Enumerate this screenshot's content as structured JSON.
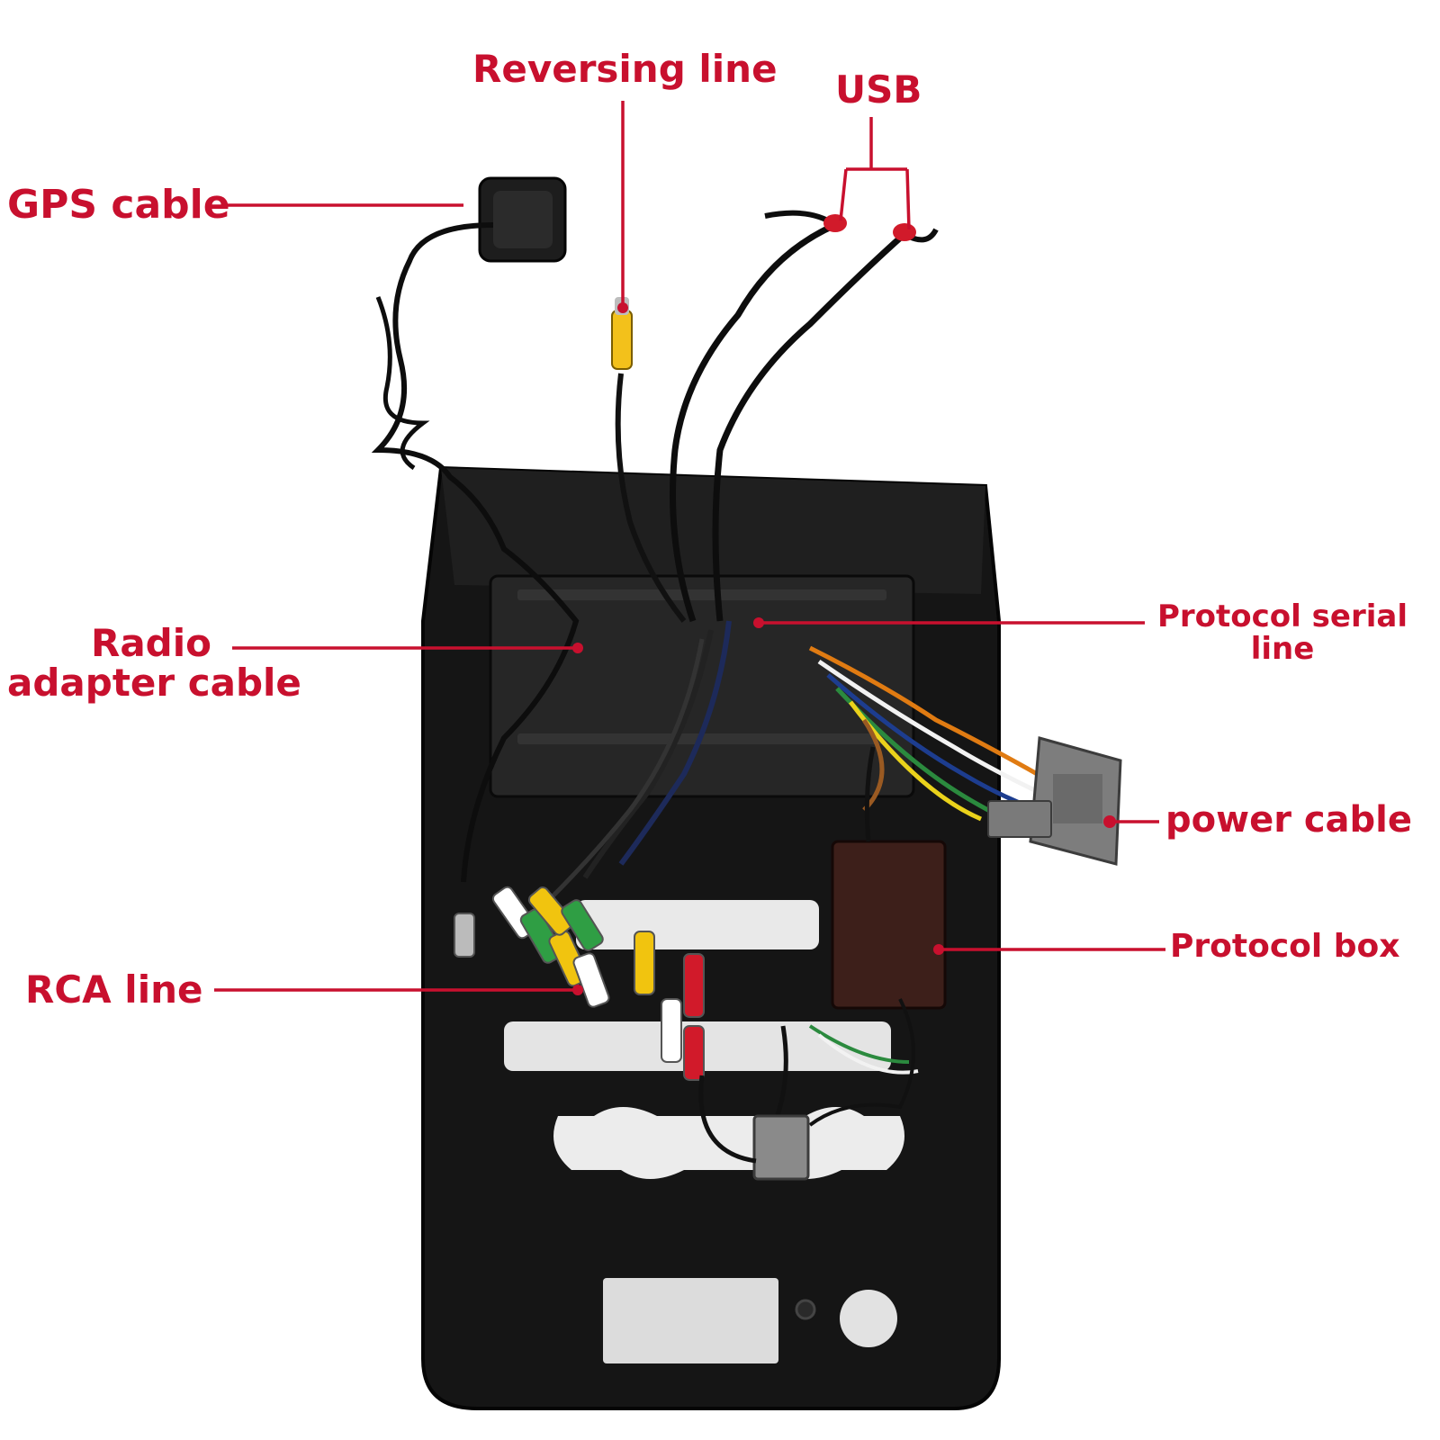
{
  "colors": {
    "label": "#c8102e",
    "leader": "#c8102e",
    "panel": "#141414",
    "cable": "#0d0d0d"
  },
  "labels": {
    "gps_cable": "GPS cable",
    "reversing_line": "Reversing line",
    "usb": "USB",
    "radio_adapter_cable": [
      "Radio",
      "adapter cable"
    ],
    "protocol_serial_line": [
      "Protocol serial",
      "line"
    ],
    "power_cable": "power cable",
    "protocol_box": "Protocol box",
    "rca_line": "RCA line"
  }
}
